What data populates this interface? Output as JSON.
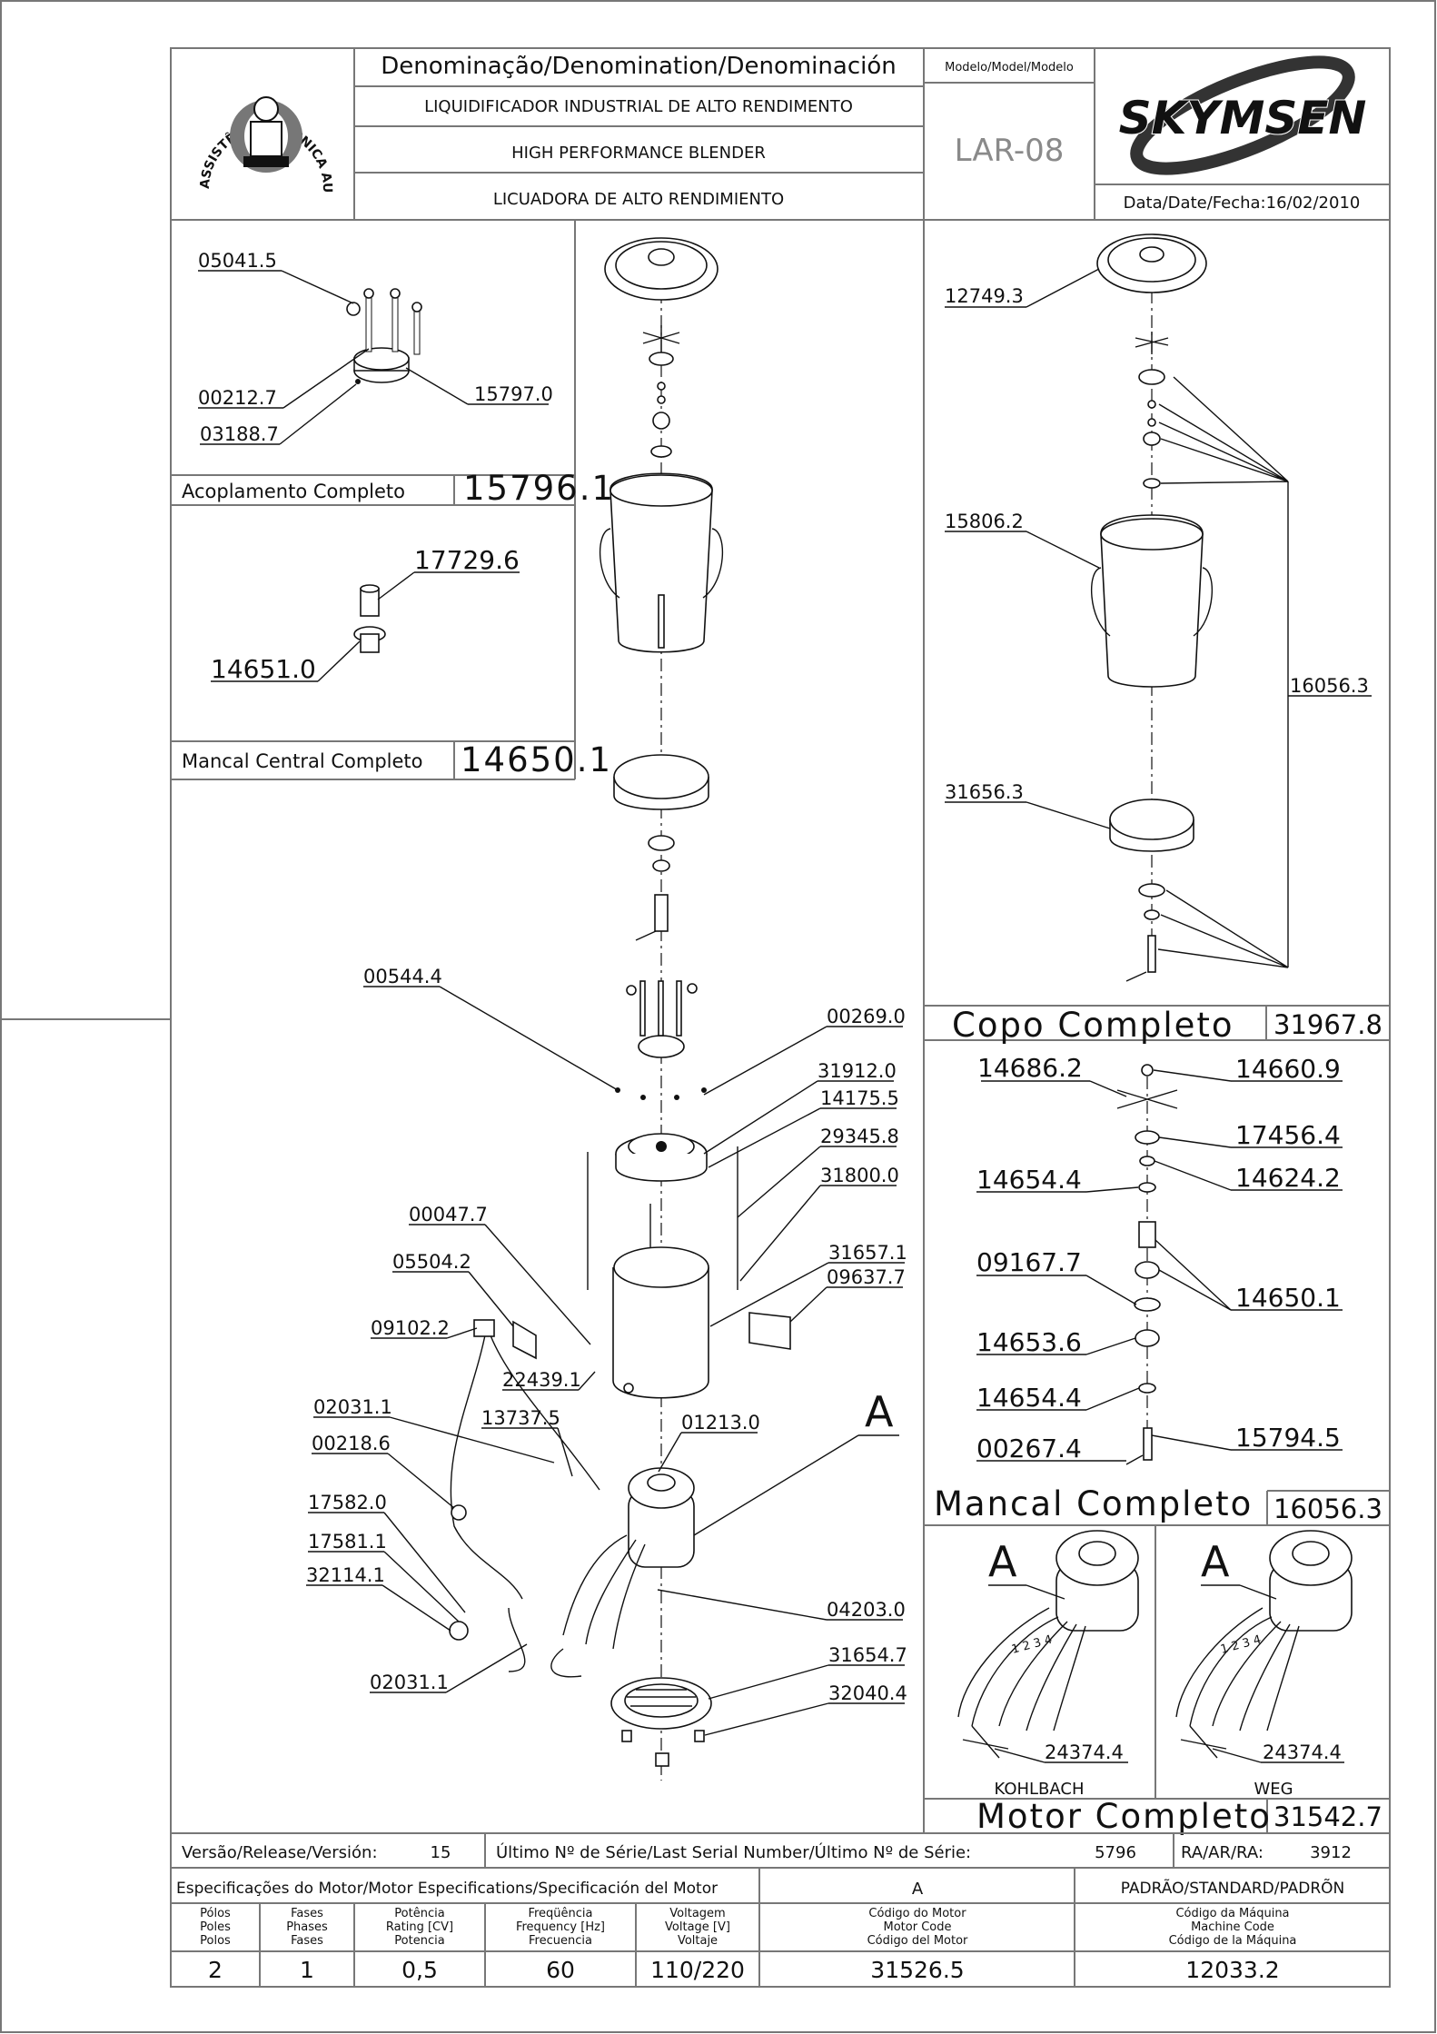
{
  "header": {
    "denomination_label": "Denominação/Denomination/Denominación",
    "names": [
      "LIQUIDIFICADOR INDUSTRIAL DE ALTO RENDIMENTO",
      "HIGH PERFORMANCE BLENDER",
      "LICUADORA DE ALTO RENDIMIENTO"
    ],
    "model_label": "Modelo/Model/Modelo",
    "model": "LAR-08",
    "brand": "SKYMSEN",
    "date": "Data/Date/Fecha:16/02/2010",
    "seal_text": "ASSISTÊNCIA TÉCNICA AUTORIZADA"
  },
  "panels": {
    "acoplamento": {
      "title": "Acoplamento Completo",
      "code": "15796.1",
      "parts": [
        "05041.5",
        "00212.7",
        "03188.7",
        "15797.0"
      ]
    },
    "mancal_central": {
      "title": "Mancal Central Completo",
      "code": "14650.1",
      "parts": [
        "17729.6",
        "14651.0"
      ]
    },
    "copo": {
      "title": "Copo Completo",
      "code": "31967.8",
      "parts": [
        "12749.3",
        "15806.2",
        "31656.3",
        "16056.3"
      ]
    },
    "mancal": {
      "title": "Mancal Completo",
      "code": "16056.3",
      "parts_left": [
        "14686.2",
        "14654.4",
        "09167.7",
        "14653.6",
        "14654.4",
        "00267.4"
      ],
      "parts_right": [
        "14660.9",
        "17456.4",
        "14624.2",
        "14650.1",
        "15794.5"
      ]
    },
    "motor": {
      "title": "Motor Completo",
      "code": "31542.7",
      "variants": [
        "KOHLBACH",
        "WEG"
      ],
      "marker": "A",
      "part": "24374.4",
      "wire_numbers": "1 2 3 4"
    }
  },
  "main_parts": {
    "left": [
      "00544.4",
      "00047.7",
      "05504.2",
      "09102.2",
      "22439.1",
      "02031.1",
      "13737.5",
      "00218.6",
      "17582.0",
      "17581.1",
      "32114.1",
      "02031.1"
    ],
    "right": [
      "00269.0",
      "31912.0",
      "14175.5",
      "29345.8",
      "31800.0",
      "31657.1",
      "09637.7",
      "01213.0",
      "04203.0",
      "31654.7",
      "32040.4"
    ],
    "marker": "A"
  },
  "footer": {
    "version_label": "Versão/Release/Versión:",
    "version": "15",
    "serial_label": "Último Nº de Série/Last Serial Number/Último Nº de Série:",
    "serial": "5796",
    "ra_label": "RA/AR/RA:",
    "ra": "3912",
    "motor_spec_label": "Especificações do Motor/Motor Especifications/Specificación del Motor",
    "motor_variant": "A",
    "standard_label": "PADRÃO/STANDARD/PADRÕN",
    "cols": {
      "poles": [
        "Pólos",
        "Poles",
        "Polos"
      ],
      "phases": [
        "Fases",
        "Phases",
        "Fases"
      ],
      "power": [
        "Potência",
        "Rating [CV]",
        "Potencia"
      ],
      "freq": [
        "Freqüência",
        "Frequency [Hz]",
        "Frecuencia"
      ],
      "voltage": [
        "Voltagem",
        "Voltage [V]",
        "Voltaje"
      ],
      "motor_code": [
        "Código do Motor",
        "Motor Code",
        "Código del Motor"
      ],
      "machine_code": [
        "Código da Máquina",
        "Machine Code",
        "Código de la Máquina"
      ]
    },
    "values": {
      "poles": "2",
      "phases": "1",
      "power": "0,5",
      "freq": "60",
      "voltage": "110/220",
      "motor_code": "31526.5",
      "machine_code": "12033.2"
    }
  }
}
